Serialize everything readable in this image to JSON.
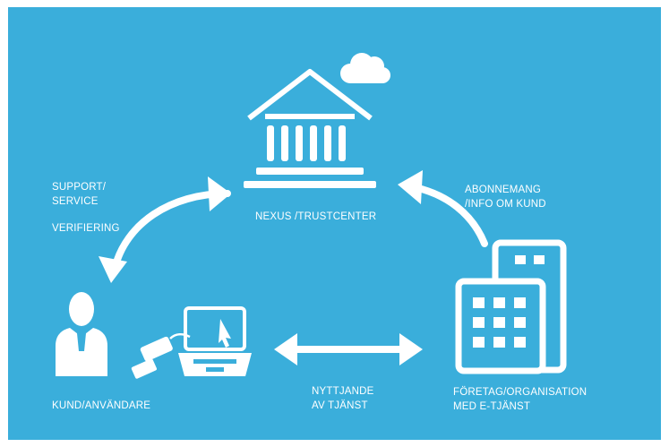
{
  "colors": {
    "background": "#3aaedb",
    "foreground": "#ffffff"
  },
  "nodes": {
    "trustcenter": {
      "label": "NEXUS /TRUSTCENTER",
      "icon": "bank-building-icon"
    },
    "customer": {
      "label": "KUND/ANVÄNDARE",
      "icon": "person-icon"
    },
    "company": {
      "line1": "FÖRETAG/ORGANISATION",
      "line2": "MED E-TJÄNST",
      "icon": "office-building-icon"
    }
  },
  "edges": {
    "customer_trust": {
      "line1": "SUPPORT/",
      "line2": "SERVICE",
      "line3": "VERIFIERING"
    },
    "company_trust": {
      "line1": "ABONNEMANG",
      "line2": "/INFO OM KUND"
    },
    "customer_company": {
      "line1": "NYTTJANDE",
      "line2": "AV TJÄNST"
    }
  },
  "decorations": [
    "cloud-icon",
    "laptop-icon",
    "card-reader-icon"
  ]
}
